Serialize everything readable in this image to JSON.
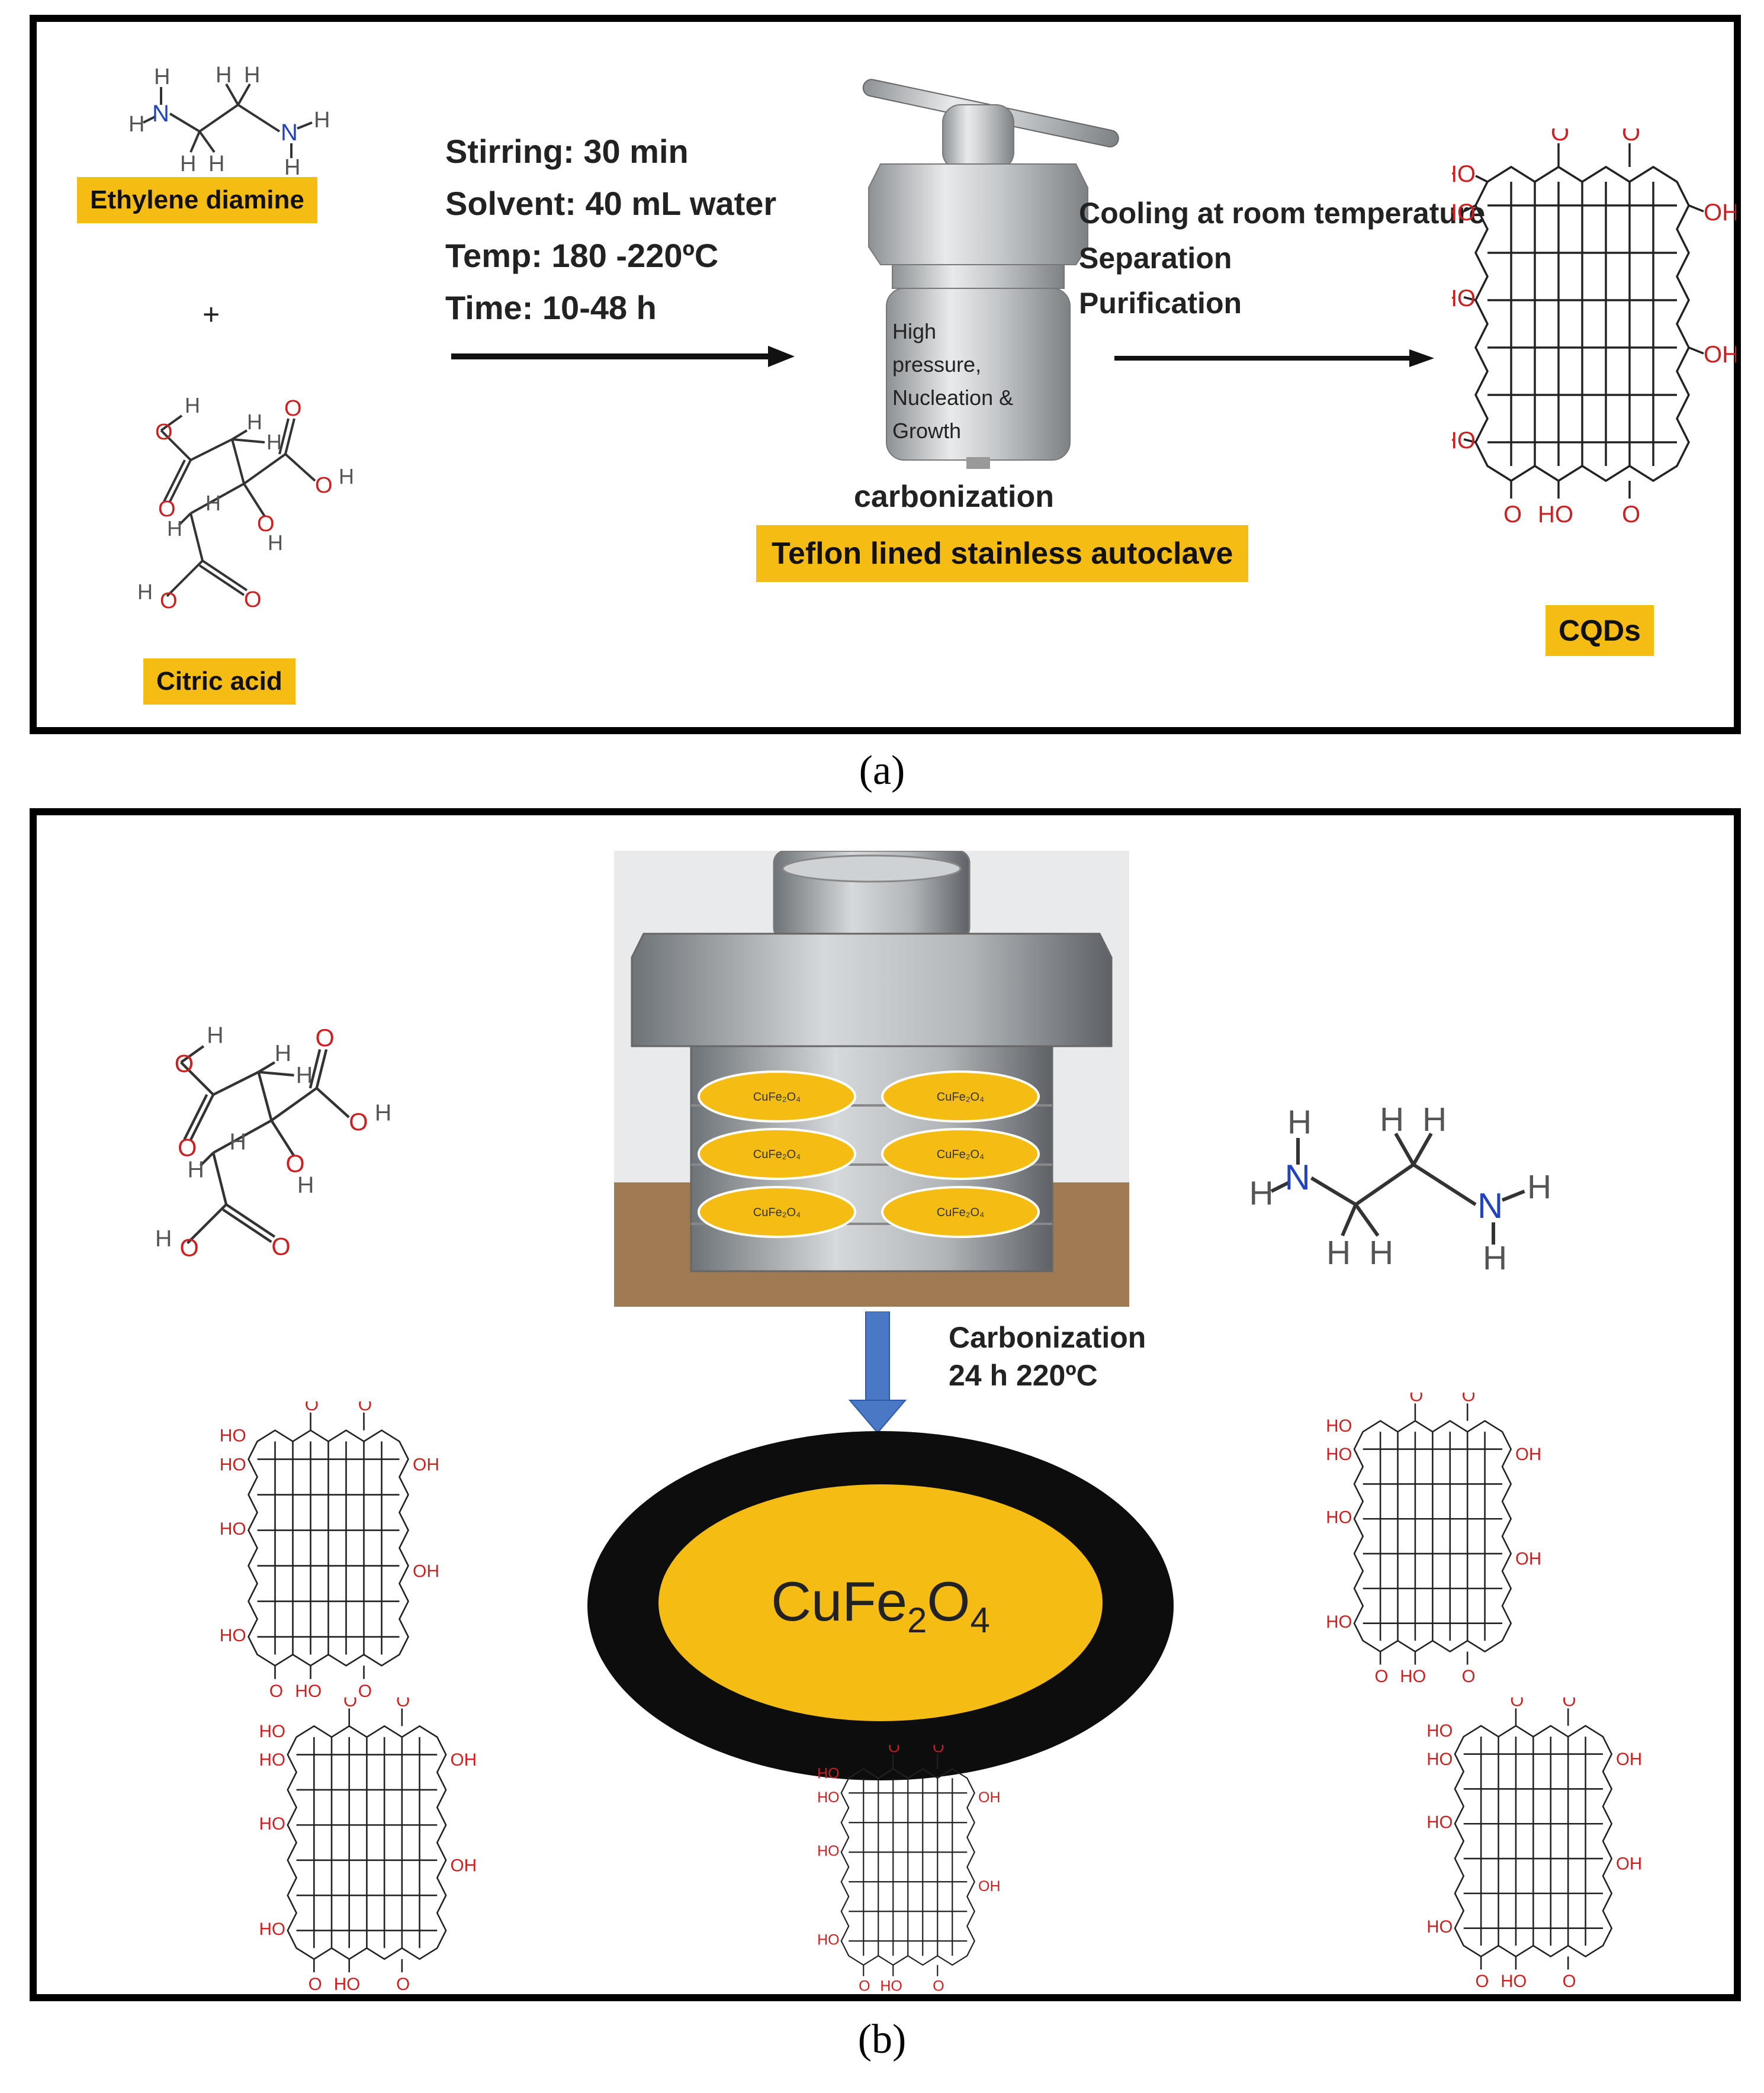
{
  "panel_a": {
    "reagent_1": "Ethylene diamine",
    "plus": "+",
    "reagent_2": "Citric acid",
    "conditions": [
      "Stirring: 30 min",
      "Solvent: 40 mL water",
      "Temp: 180 -220ºC",
      "Time: 10-48 h"
    ],
    "autoclave_note": [
      "High",
      "pressure,",
      "Nucleation &",
      "Growth"
    ],
    "process_label": "carbonization",
    "autoclave_label": "Teflon lined stainless autoclave",
    "post_steps": [
      "Cooling at room temperature",
      "Separation",
      "Purification"
    ],
    "product_label": "CQDs",
    "caption": "(a)"
  },
  "panel_b": {
    "capsule_label": "CuFe₂O₄",
    "carbonization_title": "Carbonization",
    "carbonization_conditions": "24 h 220ºC",
    "core_label_main": "CuFe",
    "core_sub_1": "2",
    "core_o": "O",
    "core_sub_2": "4",
    "caption": "(b)"
  },
  "atoms": {
    "h": "H",
    "n": "N",
    "o": "O",
    "ho": "HO",
    "oh": "OH"
  },
  "colors": {
    "highlight": "#f5bd13",
    "nitrogen": "#2244bb",
    "oxygen": "#cc1f1f",
    "arrow_blue": "#4a78c4",
    "steel": "#b9bcbf"
  }
}
